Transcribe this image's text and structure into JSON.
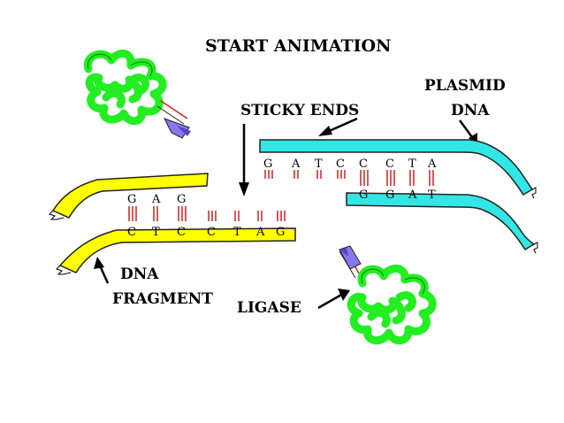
{
  "title": "START ANIMATION",
  "labels": {
    "sticky_ends": "STICKY ENDS",
    "plasmid_line1": "PLASMID",
    "plasmid_line2": "DNA",
    "dna_line1": "DNA",
    "dna_line2": "FRAGMENT",
    "ligase": "LIGASE"
  },
  "fragment_top_bases": [
    "G",
    "A",
    "G"
  ],
  "fragment_bottom_bases": [
    "C",
    "T",
    "C",
    "C",
    "T",
    "A",
    "G"
  ],
  "plasmid_top_bases": [
    "G",
    "A",
    "T",
    "C",
    "C",
    "C",
    "T",
    "A"
  ],
  "plasmid_bottom_bases": [
    "G",
    "G",
    "A",
    "T"
  ],
  "colors": {
    "fragment": "#ffff00",
    "plasmid": "#33e6e6",
    "ligase": "#22ee22",
    "bond": "#cc2222",
    "pointer": "#8877ee"
  }
}
